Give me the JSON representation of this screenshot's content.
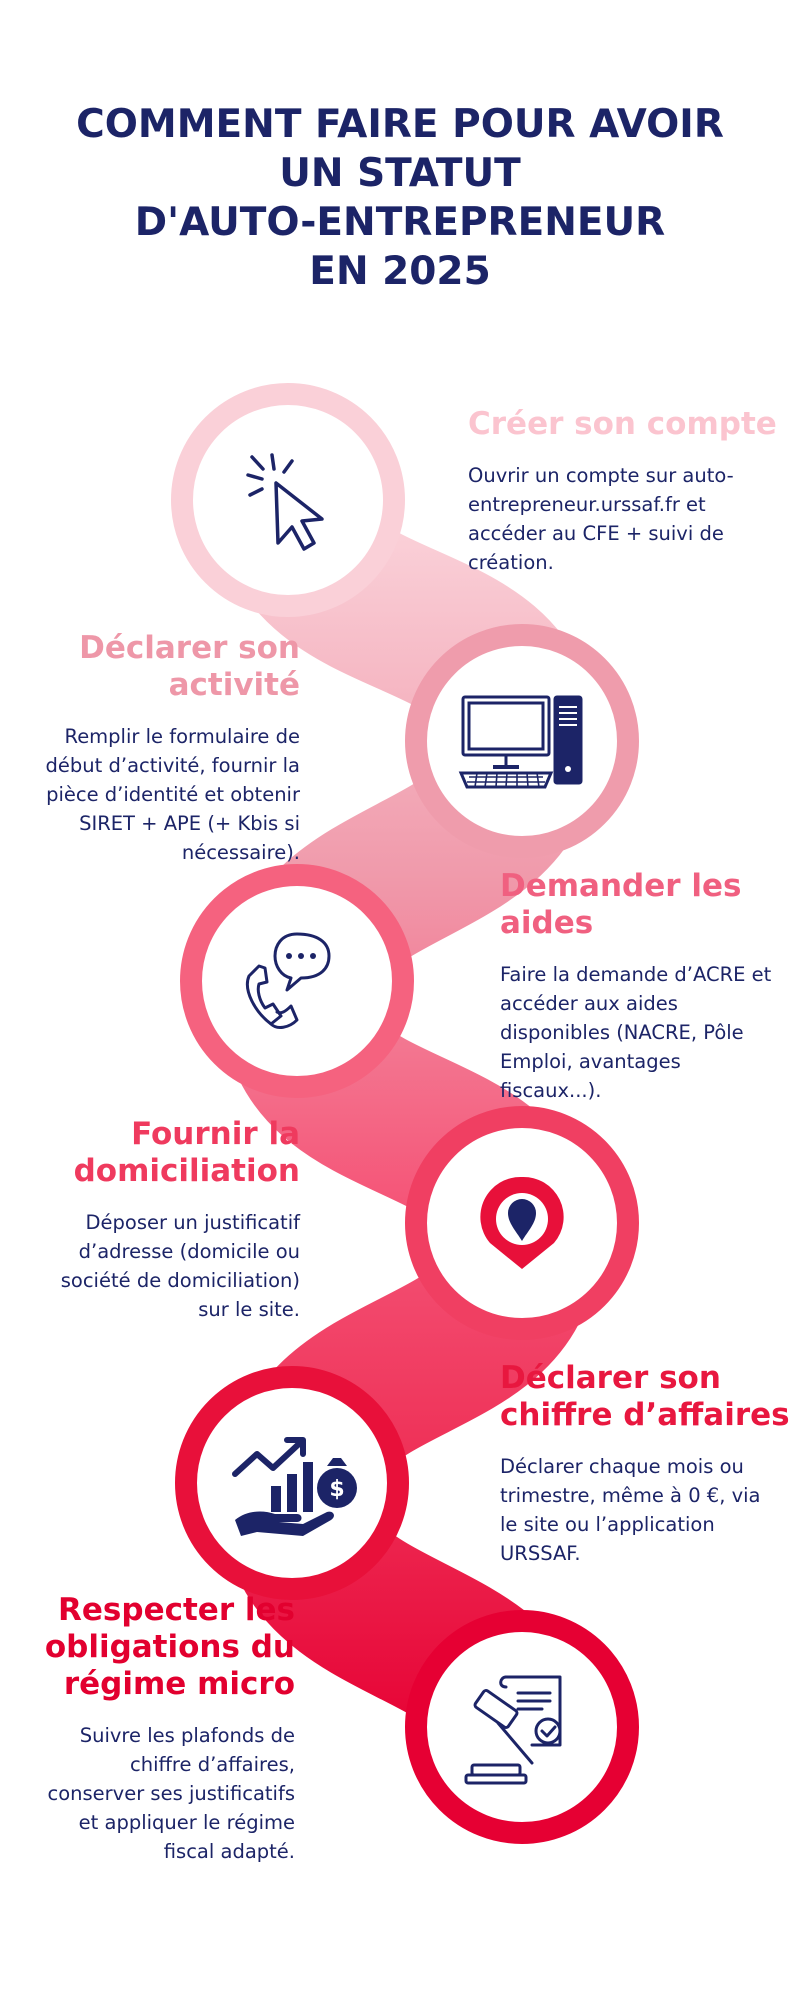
{
  "title_lines": [
    "COMMENT FAIRE POUR AVOIR",
    "UN STATUT",
    "D'AUTO-ENTREPRENEUR",
    "EN 2025"
  ],
  "colors": {
    "title": "#1c2467",
    "icon": "#1c2467",
    "step1": "#f9cbd3",
    "step2": "#ef9aaa",
    "step3": "#f4607d",
    "step4": "#f03e61",
    "step5": "#e8103a",
    "step6": "#e60033"
  },
  "steps": [
    {
      "title_lines": [
        "Créer son compte"
      ],
      "text_lines": [
        "Ouvrir un compte sur auto-",
        "entrepreneur.urssaf.fr et",
        "accéder au CFE + suivi de",
        "création."
      ],
      "icon": "cursor-click-icon"
    },
    {
      "title_lines": [
        "Déclarer son",
        "activité"
      ],
      "text_lines": [
        "Remplir le formulaire de",
        "début d’activité, fournir la",
        "pièce d’identité et obtenir",
        "SIRET + APE (+ Kbis si",
        "nécessaire)."
      ],
      "icon": "desktop-computer-icon"
    },
    {
      "title_lines": [
        "Demander les",
        "aides"
      ],
      "text_lines": [
        "Faire la demande d’ACRE et",
        "accéder aux aides",
        "disponibles (NACRE, Pôle",
        "Emploi, avantages",
        "fiscaux...)."
      ],
      "icon": "phone-chat-icon"
    },
    {
      "title_lines": [
        "Fournir la",
        "domiciliation"
      ],
      "text_lines": [
        "Déposer un justificatif",
        "d’adresse (domicile ou",
        "société de domiciliation)",
        "sur le site."
      ],
      "icon": "location-pin-icon"
    },
    {
      "title_lines": [
        "Déclarer son",
        "chiffre d’affaires"
      ],
      "text_lines": [
        "Déclarer chaque mois ou",
        "trimestre, même à 0 €, via",
        "le site ou l’application",
        "URSSAF."
      ],
      "icon": "growth-money-icon"
    },
    {
      "title_lines": [
        "Respecter les",
        "obligations du",
        "régime micro"
      ],
      "text_lines": [
        "Suivre les plafonds de",
        "chiffre d’affaires,",
        "conserver ses justificatifs",
        "et appliquer le régime",
        "fiscal adapté."
      ],
      "icon": "gavel-document-icon"
    }
  ]
}
